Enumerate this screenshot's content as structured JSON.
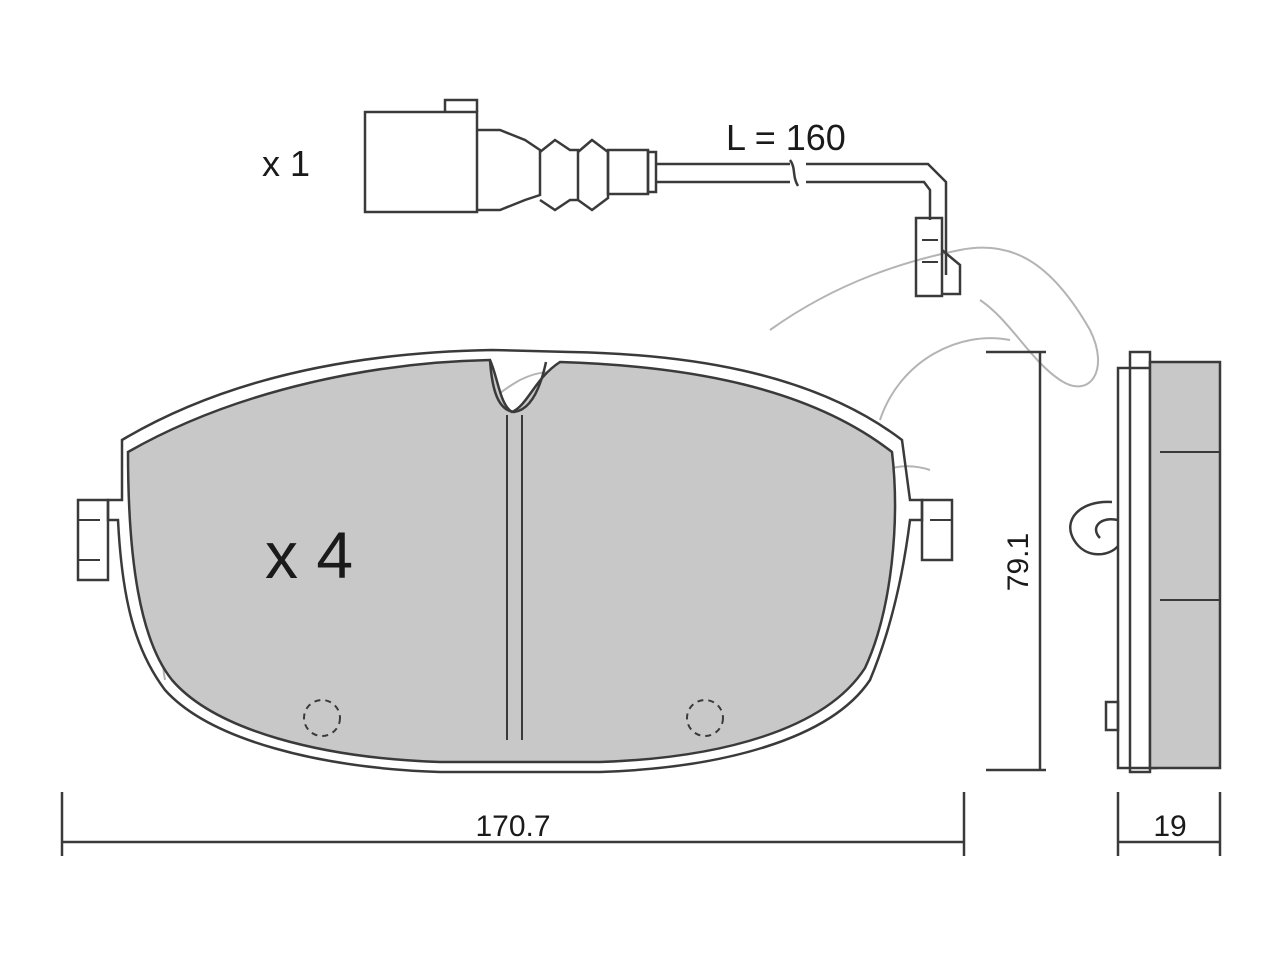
{
  "quantities": {
    "sensor": "x 1",
    "pads": "x 4"
  },
  "dimensions": {
    "sensor_length": "L = 160",
    "width": "170.7",
    "height": "79.1",
    "thickness": "19"
  }
}
